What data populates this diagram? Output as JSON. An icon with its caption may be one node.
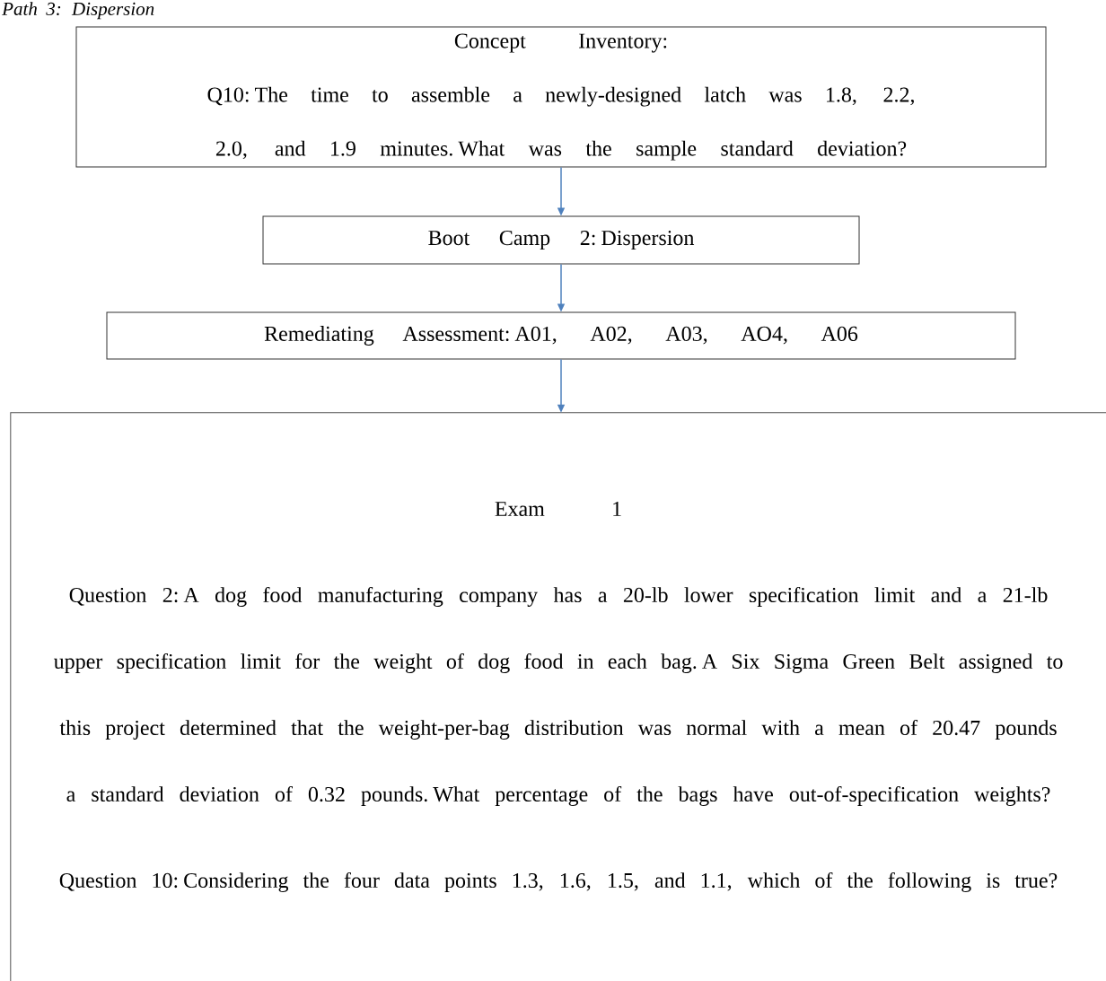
{
  "diagram": {
    "title": "Path 3: Dispersion",
    "nodes": [
      {
        "text": [
          "Concept Inventory:",
          "Q10: The time to assemble a newly-designed latch was 1.8, 2.2, 2.0, and 1.9 minutes.  What was the sample standard deviation?"
        ]
      },
      {
        "text": [
          "Boot Camp 2: Dispersion"
        ]
      },
      {
        "text": [
          "Remediating Assessment: A01, A02, A03, AO4, A06"
        ]
      },
      {
        "text": [
          "Exam 1",
          "Question 2: A dog food manufacturing company has a 20-lb lower specification limit and a 21-lb upper specification limit for the weight of dog food in each bag.  A Six Sigma Green Belt assigned to this project determined that the weight-per-bag distribution was normal with a mean of 20.47 pounds a standard deviation of 0.32 pounds.  What percentage of the bags have out-of-specification weights?",
          "Question 10: Considering the four data points 1.3, 1.6, 1.5, and 1.1, which of the following is true?"
        ]
      }
    ],
    "edges": [
      {
        "from": 0,
        "to": 1,
        "arrow": "to"
      },
      {
        "from": 1,
        "to": 2,
        "arrow": "to"
      },
      {
        "from": 2,
        "to": 3,
        "arrow": "to"
      }
    ]
  }
}
